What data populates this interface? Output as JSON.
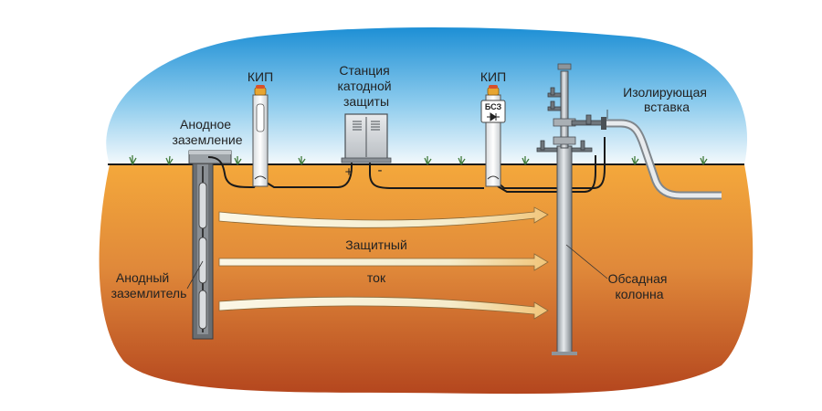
{
  "labels": {
    "anode_grounding": [
      "Анодное",
      "заземление"
    ],
    "kip_left": "КИП",
    "station": [
      "Станция",
      "катодной",
      "защиты"
    ],
    "kip_right": "КИП",
    "bsz": "БСЗ",
    "insulating_insert": [
      "Изолирующая",
      "вставка"
    ],
    "anode_grounder": [
      "Анодный",
      "заземлитель"
    ],
    "protective_current": [
      "Защитный",
      "ток"
    ],
    "casing": [
      "Обсадная",
      "колонна"
    ],
    "plus": "+",
    "minus": "-"
  },
  "colors": {
    "sky_top": "#1b8fd6",
    "sky_bottom": "#eef7fb",
    "ground_top": "#f2a33a",
    "ground_bottom": "#b54a1f",
    "arrow_fill": "#f7f2dc",
    "cable": "#1a1a1a",
    "steel": "#c9cdd1"
  },
  "icons": [
    "diode-icon",
    "indicator-lamp-icon",
    "grass-icon",
    "valve-icon"
  ]
}
